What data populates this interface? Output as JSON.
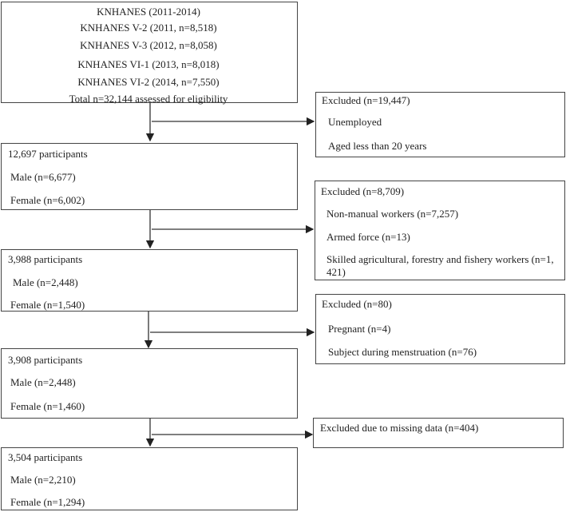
{
  "source_box": {
    "lines": [
      "KNHANES  (2011-2014)",
      "KNHANES  V-2  (2011,  n=8,518)",
      "KNHANES  V-3  (2012,  n=8,058)",
      "KNHANES  VI-1  (2013,  n=8,018)",
      "KNHANES  VI-2  (2014,  n=7,550)"
    ],
    "total": "Total n=32,144   assessed for eligibility"
  },
  "stages": [
    {
      "title": "12,697  participants",
      "male": "Male (n=6,677)",
      "female": "Female  (n=6,002)"
    },
    {
      "title": "3,988  participants",
      "male": "Male (n=2,448)",
      "female": "Female  (n=1,540)"
    },
    {
      "title": "3,908  participants",
      "male": "Male (n=2,448)",
      "female": "Female  (n=1,460)"
    },
    {
      "title": "3,504  participants",
      "male": "Male (n=2,210)",
      "female": "Female  (n=1,294)"
    }
  ],
  "exclusions": [
    {
      "title": "Excluded  (n=19,447)",
      "items": [
        "Unemployed",
        "Aged less than 20  years"
      ]
    },
    {
      "title": "Excluded  (n=8,709)",
      "items": [
        "Non-manual workers  (n=7,257)",
        "Armed force (n=13)",
        "Skilled  agricultural,  forestry and fishery workers  (n=1,",
        "421)"
      ]
    },
    {
      "title": "Excluded  (n=80)",
      "items": [
        "Pregnant (n=4)",
        "Subject during menstruation (n=76)"
      ]
    },
    {
      "title": "Excluded  due to missing data (n=404)",
      "items": []
    }
  ]
}
